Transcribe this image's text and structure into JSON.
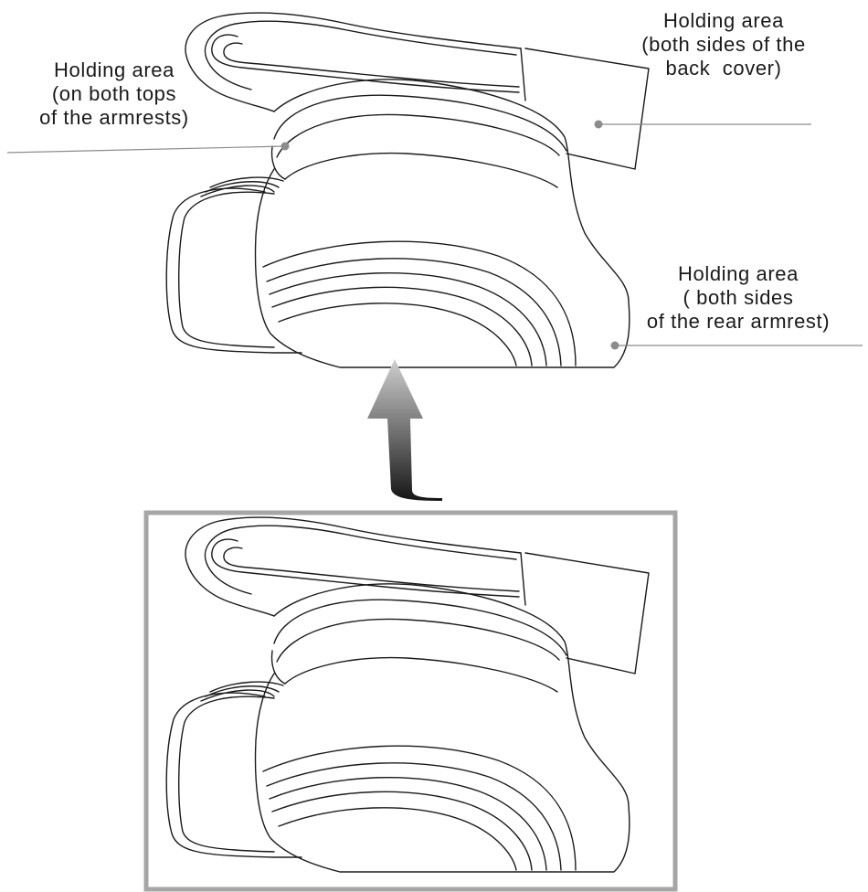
{
  "callouts": {
    "armrest_tops": {
      "line1": "Holding area",
      "line2": "(on both tops",
      "line3": "of the armrests)"
    },
    "back_cover": {
      "line1": "Holding area",
      "line2": "(both sides of the",
      "line3": "back  cover)"
    },
    "rear_armrest": {
      "line1": "Holding area",
      "line2": "( both sides",
      "line3": "of the rear armrest)"
    }
  },
  "colors": {
    "outline": "#1a1a1a",
    "leader_line": "#8c8c8c",
    "frame_border": "#a6a6a6",
    "arrow_top": "#c8c8c8",
    "arrow_bottom": "#1e1e1e"
  },
  "arrow": {
    "direction": "up"
  }
}
